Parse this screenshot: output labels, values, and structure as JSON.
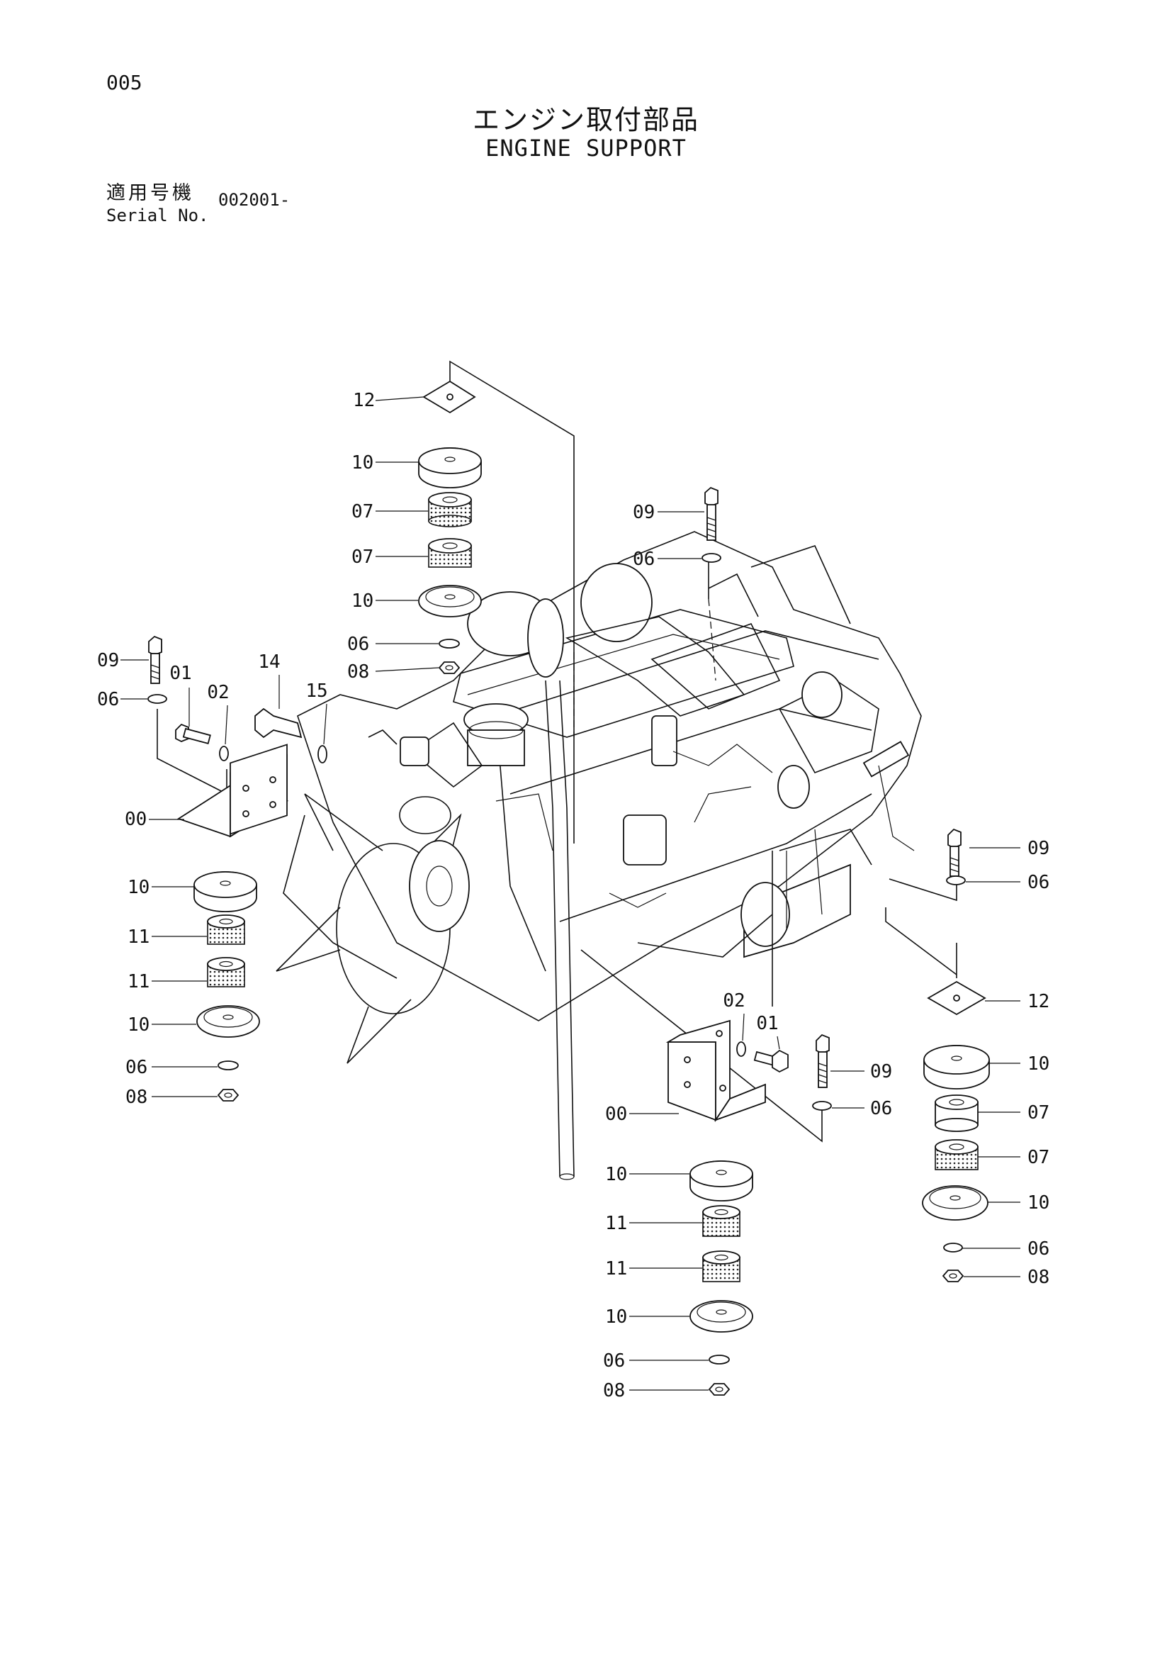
{
  "page_number": "005",
  "title_jp": "エンジン取付部品",
  "title_en": "ENGINE SUPPORT",
  "serial": {
    "label_jp": "適用号機",
    "label_en": "Serial No.",
    "value": "002001-"
  },
  "callouts": [
    {
      "id": "c12a",
      "label": "12"
    },
    {
      "id": "c10a",
      "label": "10"
    },
    {
      "id": "c07a",
      "label": "07"
    },
    {
      "id": "c07b",
      "label": "07"
    },
    {
      "id": "c10b",
      "label": "10"
    },
    {
      "id": "c06a",
      "label": "06"
    },
    {
      "id": "c08a",
      "label": "08"
    },
    {
      "id": "c09a",
      "label": "09"
    },
    {
      "id": "c06b",
      "label": "06"
    },
    {
      "id": "c09b",
      "label": "09"
    },
    {
      "id": "c06c",
      "label": "06"
    },
    {
      "id": "c01a",
      "label": "01"
    },
    {
      "id": "c02a",
      "label": "02"
    },
    {
      "id": "c14",
      "label": "14"
    },
    {
      "id": "c15",
      "label": "15"
    },
    {
      "id": "c00a",
      "label": "00"
    },
    {
      "id": "c10c",
      "label": "10"
    },
    {
      "id": "c11a",
      "label": "11"
    },
    {
      "id": "c11b",
      "label": "11"
    },
    {
      "id": "c10d",
      "label": "10"
    },
    {
      "id": "c06d",
      "label": "06"
    },
    {
      "id": "c08b",
      "label": "08"
    },
    {
      "id": "c09c",
      "label": "09"
    },
    {
      "id": "c06e",
      "label": "06"
    },
    {
      "id": "c12b",
      "label": "12"
    },
    {
      "id": "c10e",
      "label": "10"
    },
    {
      "id": "c07c",
      "label": "07"
    },
    {
      "id": "c07d",
      "label": "07"
    },
    {
      "id": "c10f",
      "label": "10"
    },
    {
      "id": "c06f",
      "label": "06"
    },
    {
      "id": "c08c",
      "label": "08"
    },
    {
      "id": "c02b",
      "label": "02"
    },
    {
      "id": "c01b",
      "label": "01"
    },
    {
      "id": "c09d",
      "label": "09"
    },
    {
      "id": "c06g",
      "label": "06"
    },
    {
      "id": "c00b",
      "label": "00"
    },
    {
      "id": "c10g",
      "label": "10"
    },
    {
      "id": "c11c",
      "label": "11"
    },
    {
      "id": "c11d",
      "label": "11"
    },
    {
      "id": "c10h",
      "label": "10"
    },
    {
      "id": "c06h",
      "label": "06"
    },
    {
      "id": "c08d",
      "label": "08"
    }
  ]
}
